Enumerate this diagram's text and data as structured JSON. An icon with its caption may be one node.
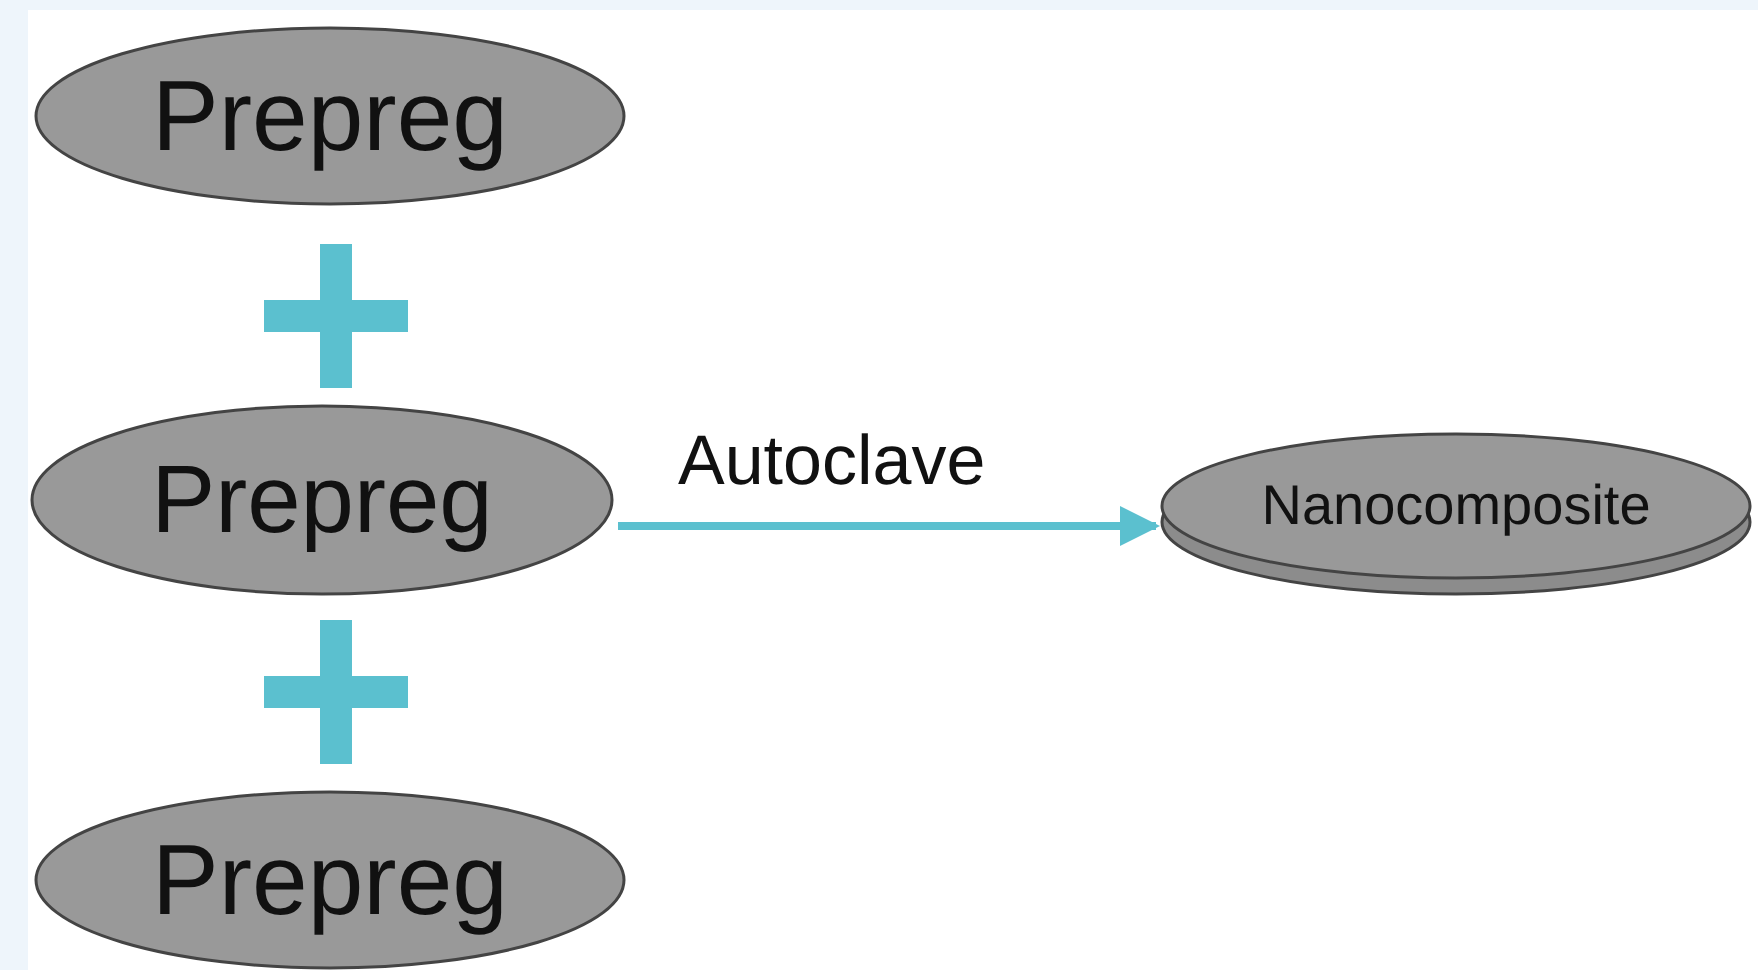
{
  "diagram": {
    "nodes": [
      {
        "text": [
          "Prepreg"
        ]
      },
      {
        "text": [
          "Prepreg"
        ]
      },
      {
        "text": [
          "Prepreg"
        ]
      },
      {
        "text": [
          "Nanocomposite"
        ]
      }
    ],
    "edges": [
      {
        "from": 1,
        "to": 3,
        "arrow": "to",
        "label": "Autoclave"
      }
    ]
  }
}
